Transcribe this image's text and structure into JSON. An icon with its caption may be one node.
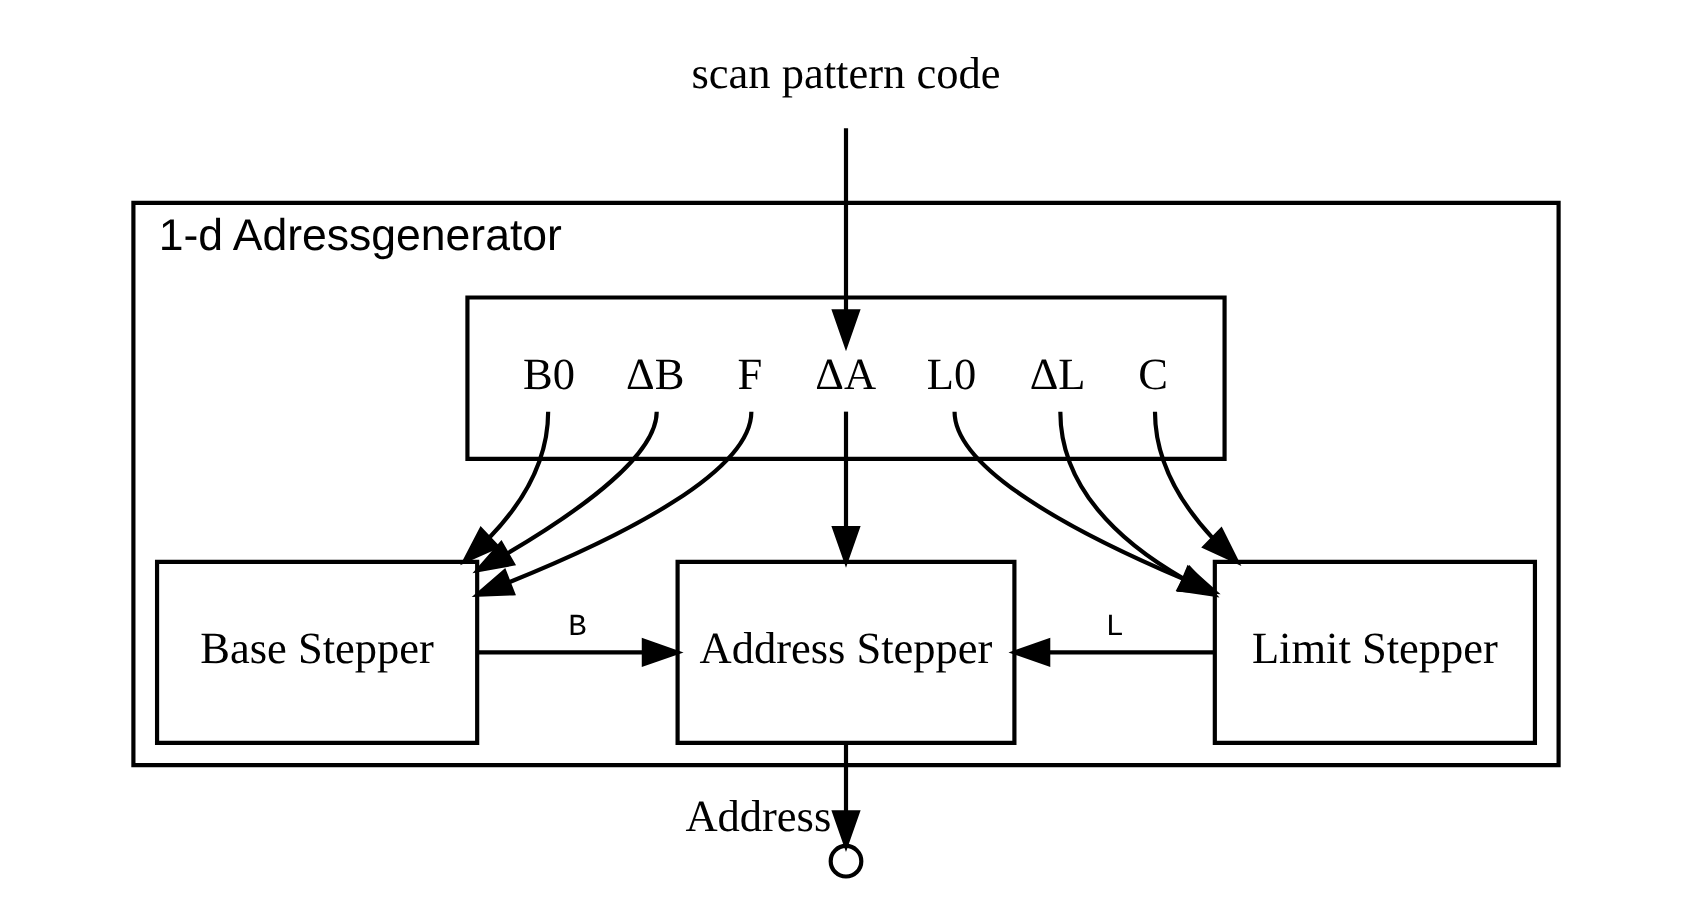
{
  "diagram": {
    "nodes": [
      {
        "text": [
          "1-d Adressgenerator"
        ]
      },
      {
        "text": [
          "B0",
          "ΔB",
          "F",
          "ΔA",
          "L0",
          "ΔL",
          "C"
        ],
        "in": 0
      },
      {
        "text": [
          "Base Stepper"
        ],
        "in": 0
      },
      {
        "text": [
          "Address Stepper"
        ],
        "in": 0
      },
      {
        "text": [
          "Limit Stepper"
        ],
        "in": 0
      },
      {
        "text": [
          "scan pattern code"
        ]
      },
      {
        "text": [],
        "shape": "circle",
        "beside": [
          "Address"
        ]
      }
    ],
    "edges": [
      {
        "from": 5,
        "to": 1,
        "arrow": "to"
      },
      {
        "from": 1,
        "to": 2,
        "arrow": "to"
      },
      {
        "from": 1,
        "to": 2,
        "arrow": "to"
      },
      {
        "from": 1,
        "to": 2,
        "arrow": "to"
      },
      {
        "from": 2,
        "to": 3,
        "arrow": "to",
        "label": "B"
      },
      {
        "from": 1,
        "to": 3,
        "arrow": "to"
      },
      {
        "from": 4,
        "to": 3,
        "arrow": "to",
        "label": "L"
      },
      {
        "from": 1,
        "to": 4,
        "arrow": "to"
      },
      {
        "from": 1,
        "to": 4,
        "arrow": "to"
      },
      {
        "from": 1,
        "to": 4,
        "arrow": "to"
      },
      {
        "from": 3,
        "to": 6,
        "arrow": "to"
      }
    ]
  }
}
